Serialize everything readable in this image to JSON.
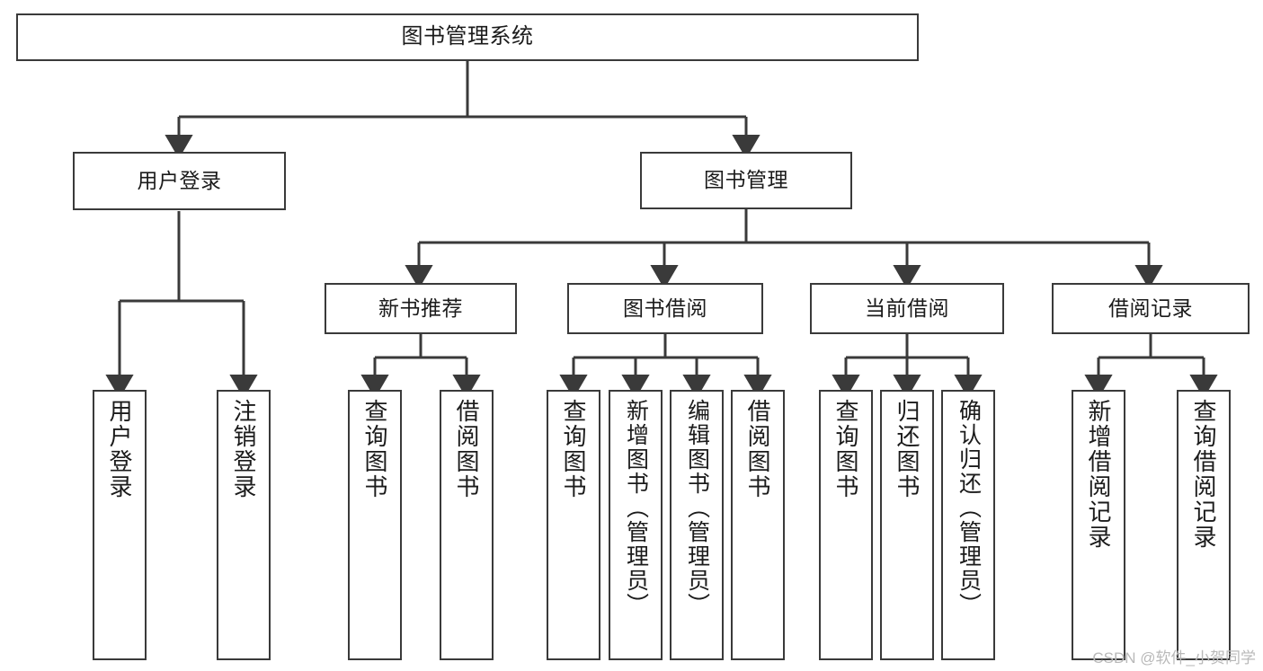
{
  "diagram": {
    "type": "tree-hierarchy-chart",
    "title": "图书管理系统",
    "background_color": "#ffffff",
    "line_color": "#3a3a3a",
    "box_border_color": "#3a3a3a",
    "text_color": "#1b1b1b"
  },
  "watermark": {
    "text": "CSDN @软件_小贺同学",
    "color": "#b9b9b9"
  },
  "nodes": {
    "root": {
      "label": "图书管理系统"
    },
    "level1": [
      {
        "id": "user-login",
        "label": "用户登录"
      },
      {
        "id": "book-manage",
        "label": "图书管理"
      }
    ],
    "level2": [
      {
        "id": "new-book-recommend",
        "label": "新书推荐"
      },
      {
        "id": "book-borrow",
        "label": "图书借阅"
      },
      {
        "id": "current-borrow",
        "label": "当前借阅"
      },
      {
        "id": "borrow-record",
        "label": "借阅记录"
      }
    ],
    "leaves": {
      "user_login": [
        {
          "id": "leaf-user-login",
          "label": "用户登录"
        },
        {
          "id": "leaf-logout-login",
          "label": "注销登录"
        }
      ],
      "new_book_recommend": [
        {
          "id": "leaf-query-book-1",
          "label": "查询图书"
        },
        {
          "id": "leaf-borrow-book-1",
          "label": "借阅图书"
        }
      ],
      "book_borrow": [
        {
          "id": "leaf-query-book-2",
          "label": "查询图书"
        },
        {
          "id": "leaf-add-book-admin",
          "label": "新增图书（管理员）"
        },
        {
          "id": "leaf-edit-book-admin",
          "label": "编辑图书（管理员）"
        },
        {
          "id": "leaf-borrow-book-2",
          "label": "借阅图书"
        }
      ],
      "current_borrow": [
        {
          "id": "leaf-query-book-3",
          "label": "查询图书"
        },
        {
          "id": "leaf-return-book",
          "label": "归还图书"
        },
        {
          "id": "leaf-confirm-return-admin",
          "label": "确认归还（管理员）"
        }
      ],
      "borrow_record": [
        {
          "id": "leaf-add-borrow-record",
          "label": "新增借阅记录"
        },
        {
          "id": "leaf-query-borrow-record",
          "label": "查询借阅记录"
        }
      ]
    }
  }
}
